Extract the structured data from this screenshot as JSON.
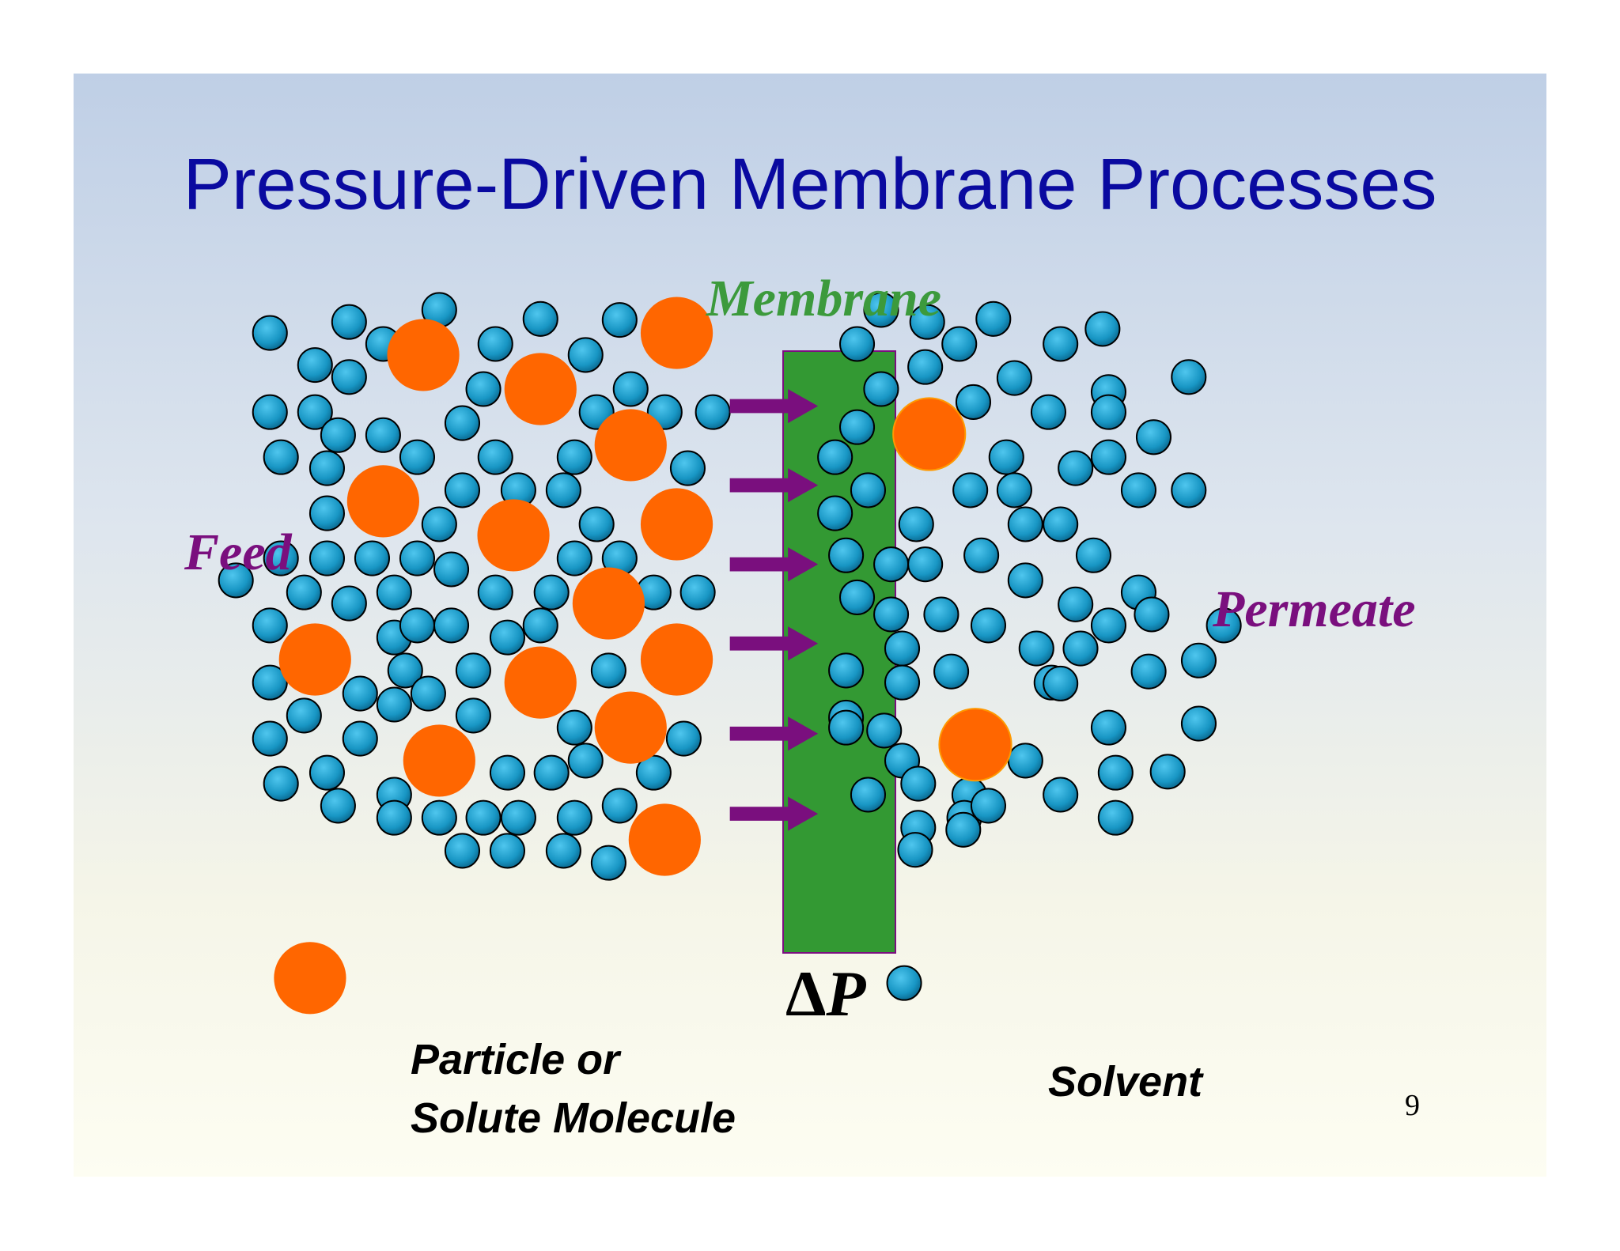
{
  "title": "Pressure-Driven Membrane Processes",
  "labels": {
    "membrane": "Membrane",
    "feed": "Feed",
    "permeate": "Permeate",
    "delta": "Δ",
    "pressure": "P"
  },
  "legend": {
    "particle_line1": "Particle or",
    "particle_line2": "Solute Molecule",
    "solvent": "Solvent"
  },
  "page_number": "9",
  "colors": {
    "title": "#0a0aa0",
    "membrane": "#339933",
    "arrow": "#7a0f7e",
    "particle": "#ff6600",
    "solvent": "#1a9fcc"
  }
}
